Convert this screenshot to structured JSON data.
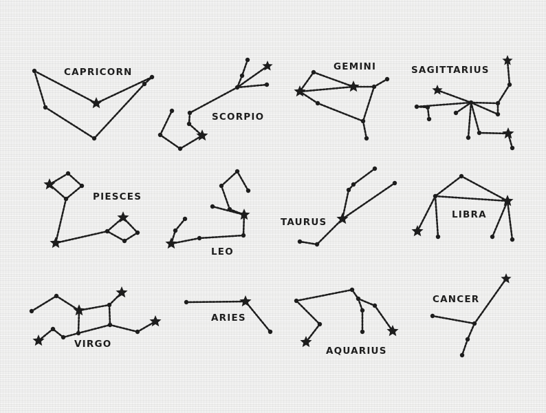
{
  "constellations": [
    {
      "key": "capricorn",
      "name": "CAPRICORN"
    },
    {
      "key": "scorpio",
      "name": "SCORPIO"
    },
    {
      "key": "gemini",
      "name": "GEMINI"
    },
    {
      "key": "sagittarius",
      "name": "SAGITTARIUS"
    },
    {
      "key": "piesces",
      "name": "PIESCES"
    },
    {
      "key": "leo",
      "name": "LEO"
    },
    {
      "key": "taurus",
      "name": "TAURUS"
    },
    {
      "key": "libra",
      "name": "LIBRA"
    },
    {
      "key": "virgo",
      "name": "VIRGO"
    },
    {
      "key": "aries",
      "name": "ARIES"
    },
    {
      "key": "aquarius",
      "name": "AQUARIUS"
    },
    {
      "key": "cancer",
      "name": "CANCER"
    }
  ],
  "colors": {
    "ink": "#1d1d1d",
    "fabric": "#f1f1f0"
  }
}
